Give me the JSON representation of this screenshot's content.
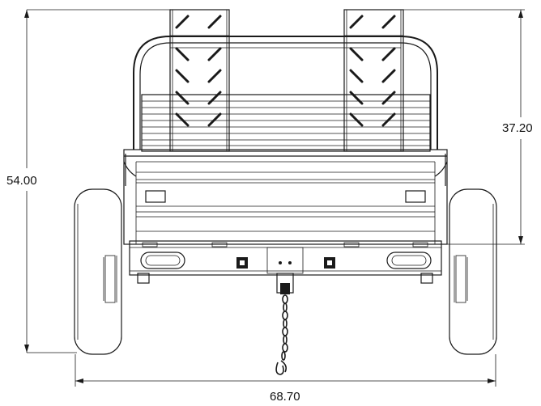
{
  "dimensions": {
    "height_total": "54.00",
    "height_ramp": "37.20",
    "width_total": "68.70"
  }
}
